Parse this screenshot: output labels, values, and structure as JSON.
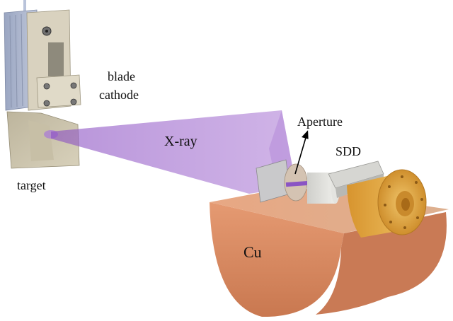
{
  "labels": {
    "blade": "blade",
    "cathode": "cathode",
    "target": "target",
    "xray": "X-ray",
    "aperture": "Aperture",
    "sdd": "SDD",
    "cu": "Cu"
  },
  "colors": {
    "xray_beam": "#9a63c9",
    "copper": "#e0916a",
    "copper_dark": "#c0704a",
    "detector_gold": "#e3aa49",
    "steel": "#d8d6d0",
    "blue_plate": "#aab4cc"
  }
}
